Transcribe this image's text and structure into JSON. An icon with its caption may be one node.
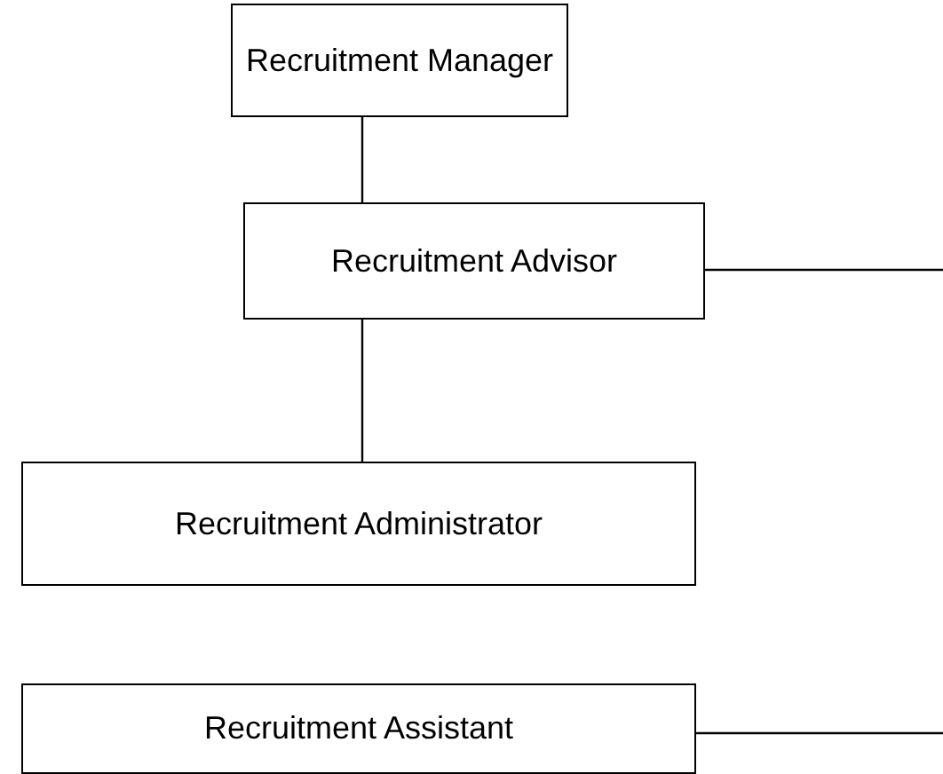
{
  "diagram": {
    "nodes": [
      {
        "text": [
          "Recruitment Manager"
        ]
      },
      {
        "text": [
          "Recruitment Advisor"
        ]
      },
      {
        "text": [
          "Recruitment Administrator"
        ]
      },
      {
        "text": [
          "Recruitment Assistant"
        ]
      }
    ],
    "edges": [
      {
        "from": 0,
        "to": 1,
        "arrow": "none"
      },
      {
        "from": 1,
        "to": 2,
        "arrow": "none"
      },
      {
        "from": 1,
        "to": null,
        "arrow": "none"
      },
      {
        "from": 3,
        "to": null,
        "arrow": "none"
      }
    ]
  }
}
